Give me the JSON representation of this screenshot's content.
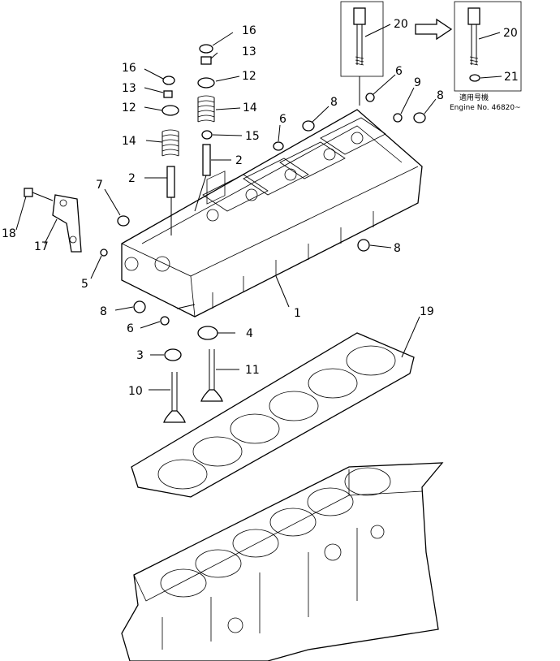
{
  "callouts": [
    {
      "id": "c20a",
      "text": "20"
    },
    {
      "id": "c20b",
      "text": "20"
    },
    {
      "id": "c21",
      "text": "21"
    },
    {
      "id": "c16a",
      "text": "16"
    },
    {
      "id": "c13a",
      "text": "13"
    },
    {
      "id": "c12a",
      "text": "12"
    },
    {
      "id": "c14a",
      "text": "14"
    },
    {
      "id": "c15",
      "text": "15"
    },
    {
      "id": "c2a",
      "text": "2"
    },
    {
      "id": "c16b",
      "text": "16"
    },
    {
      "id": "c13b",
      "text": "13"
    },
    {
      "id": "c12b",
      "text": "12"
    },
    {
      "id": "c14b",
      "text": "14"
    },
    {
      "id": "c2b",
      "text": "2"
    },
    {
      "id": "c6a",
      "text": "6"
    },
    {
      "id": "c8a",
      "text": "8"
    },
    {
      "id": "c6b",
      "text": "6"
    },
    {
      "id": "c9",
      "text": "9"
    },
    {
      "id": "c8b",
      "text": "8"
    },
    {
      "id": "c7",
      "text": "7"
    },
    {
      "id": "c18",
      "text": "18"
    },
    {
      "id": "c17",
      "text": "17"
    },
    {
      "id": "c5",
      "text": "5"
    },
    {
      "id": "c8c",
      "text": "8"
    },
    {
      "id": "c8d",
      "text": "8"
    },
    {
      "id": "c1",
      "text": "1"
    },
    {
      "id": "c6c",
      "text": "6"
    },
    {
      "id": "c4",
      "text": "4"
    },
    {
      "id": "c3",
      "text": "3"
    },
    {
      "id": "c11",
      "text": "11"
    },
    {
      "id": "c10",
      "text": "10"
    },
    {
      "id": "c19",
      "text": "19"
    }
  ],
  "serial_note": {
    "line1": "適用号機",
    "line2": "Engine No. 46820~"
  }
}
